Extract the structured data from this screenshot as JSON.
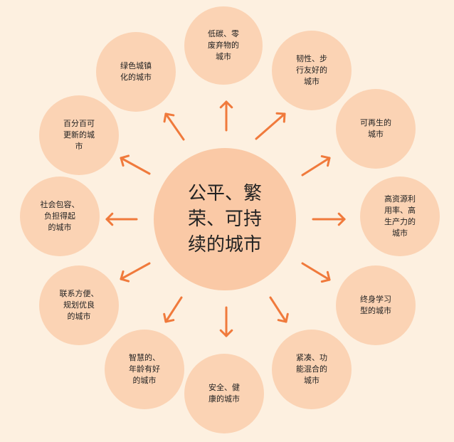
{
  "center": {
    "label": "公平、繁\n荣、可持\n续的城市"
  },
  "nodes": [
    {
      "id": "low-carbon",
      "label": "低碳、零\n废弃物的\n城市"
    },
    {
      "id": "resilient",
      "label": "韧性、步\n行友好的\n城市"
    },
    {
      "id": "renewable",
      "label": "可再生的\n城市"
    },
    {
      "id": "resource",
      "label": "高资源利\n用率、高\n生产力的\n城市"
    },
    {
      "id": "learning",
      "label": "终身学习\n型的城市"
    },
    {
      "id": "compact",
      "label": "紧凑、功\n能混合的\n城市"
    },
    {
      "id": "safe",
      "label": "安全、健\n康的城市"
    },
    {
      "id": "smart",
      "label": "智慧的、\n年龄有好\n的城市"
    },
    {
      "id": "connected",
      "label": "联系方便、\n规划优良\n的城市"
    },
    {
      "id": "inclusive",
      "label": "社会包容、\n负担得起\n的城市"
    },
    {
      "id": "renewal",
      "label": "百分百可\n更新的城\n市"
    },
    {
      "id": "green",
      "label": "绿色城镇\n化的城市"
    }
  ],
  "colors": {
    "arrow": "#f07a3c",
    "node": "#fbd3b4",
    "center": "#fac9a6",
    "background": "#fdf0e0"
  }
}
